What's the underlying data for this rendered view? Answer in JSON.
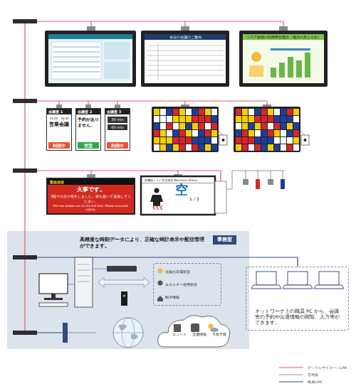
{
  "diagram": {
    "nodes": [
      {
        "text": [
          "本日の会議のご案内"
        ]
      },
      {
        "text": [
          "フロア各階の時間帯別電力（電力の見える化）"
        ]
      },
      {
        "text": [
          "会議室 1",
          "14:00 - 16:00",
          "営業会議",
          "利用中"
        ]
      },
      {
        "text": [
          "会議室 2",
          "予約がありません。",
          "空室"
        ]
      },
      {
        "text": [
          "会議室 3",
          "30 min",
          "60 min",
          "利用中"
        ]
      },
      {
        "text": [
          "緊急放送",
          "火事です。",
          "3階で火災が発生しました。落ち着いて避難してください。",
          "Fire has broken out on the 3rd floor. Please evacuate calmly."
        ]
      },
      {
        "text": [
          "多機能トイレ空き状況 Restroom Status",
          "空",
          "1 / 3"
        ]
      },
      {
        "text": [
          "事務室",
          "高精度な時刻データにより、正確な時計表示や配信管理ができます。"
        ]
      },
      {
        "text": [
          "太陽光発電状況",
          "エネルギー使用状況",
          "BCP情報"
        ],
        "in": 7
      },
      {
        "text": [
          "ネットワーク上の職員 PC から、会議室の予約や出退情報の閲覧、入力等ができます。"
        ]
      },
      {
        "text": [
          "ニュース",
          "交通情報",
          "天気予報"
        ],
        "in": 7
      }
    ],
    "legend": [
      {
        "text": "デジタルサイネージLAN"
      },
      {
        "text": "専用線"
      },
      {
        "text": "職員LAN"
      }
    ]
  }
}
